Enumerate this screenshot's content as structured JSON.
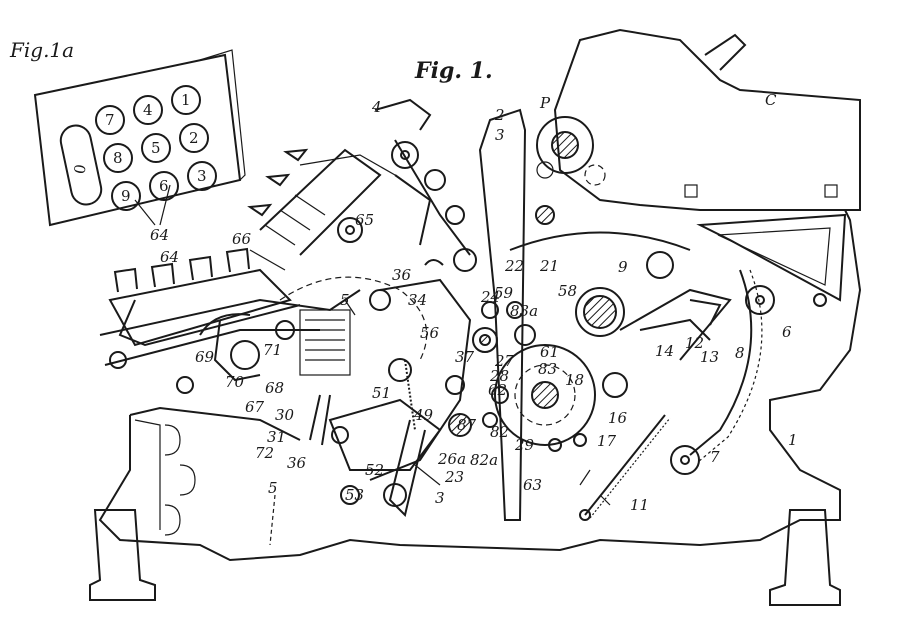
{
  "figure_titles": {
    "fig1a": "Fig.1a",
    "fig1": "Fig. 1."
  },
  "keypad_digits": [
    "7",
    "4",
    "1",
    "8",
    "5",
    "2",
    "9",
    "6",
    "3"
  ],
  "keypad_zero": "0",
  "reference_labels": [
    {
      "id": "ref-64-top",
      "text": "64"
    },
    {
      "id": "ref-64-keys",
      "text": "64"
    },
    {
      "id": "ref-66",
      "text": "66"
    },
    {
      "id": "ref-65",
      "text": "65"
    },
    {
      "id": "ref-4",
      "text": "4"
    },
    {
      "id": "ref-2",
      "text": "2"
    },
    {
      "id": "ref-3-top",
      "text": "3"
    },
    {
      "id": "ref-P",
      "text": "P"
    },
    {
      "id": "ref-C",
      "text": "C"
    },
    {
      "id": "ref-36-top",
      "text": "36"
    },
    {
      "id": "ref-5-top",
      "text": "5"
    },
    {
      "id": "ref-34",
      "text": "34"
    },
    {
      "id": "ref-22",
      "text": "22"
    },
    {
      "id": "ref-21",
      "text": "21"
    },
    {
      "id": "ref-24",
      "text": "24"
    },
    {
      "id": "ref-59",
      "text": "59"
    },
    {
      "id": "ref-58",
      "text": "58"
    },
    {
      "id": "ref-9",
      "text": "9"
    },
    {
      "id": "ref-83a",
      "text": "83a"
    },
    {
      "id": "ref-61",
      "text": "61"
    },
    {
      "id": "ref-83",
      "text": "83"
    },
    {
      "id": "ref-27",
      "text": "27"
    },
    {
      "id": "ref-28",
      "text": "28"
    },
    {
      "id": "ref-62",
      "text": "62"
    },
    {
      "id": "ref-18",
      "text": "18"
    },
    {
      "id": "ref-12",
      "text": "12"
    },
    {
      "id": "ref-13",
      "text": "13"
    },
    {
      "id": "ref-14",
      "text": "14"
    },
    {
      "id": "ref-6",
      "text": "6"
    },
    {
      "id": "ref-8",
      "text": "8"
    },
    {
      "id": "ref-1",
      "text": "1"
    },
    {
      "id": "ref-16",
      "text": "16"
    },
    {
      "id": "ref-17",
      "text": "17"
    },
    {
      "id": "ref-7",
      "text": "7"
    },
    {
      "id": "ref-11",
      "text": "11"
    },
    {
      "id": "ref-63",
      "text": "63"
    },
    {
      "id": "ref-29",
      "text": "29"
    },
    {
      "id": "ref-82",
      "text": "82"
    },
    {
      "id": "ref-82a",
      "text": "82a"
    },
    {
      "id": "ref-87",
      "text": "87"
    },
    {
      "id": "ref-49",
      "text": "49"
    },
    {
      "id": "ref-26a",
      "text": "26a"
    },
    {
      "id": "ref-23",
      "text": "23"
    },
    {
      "id": "ref-3-bottom",
      "text": "3"
    },
    {
      "id": "ref-52",
      "text": "52"
    },
    {
      "id": "ref-53",
      "text": "53"
    },
    {
      "id": "ref-51",
      "text": "51"
    },
    {
      "id": "ref-36-bottom",
      "text": "36"
    },
    {
      "id": "ref-72",
      "text": "72"
    },
    {
      "id": "ref-31",
      "text": "31"
    },
    {
      "id": "ref-30",
      "text": "30"
    },
    {
      "id": "ref-67",
      "text": "67"
    },
    {
      "id": "ref-68",
      "text": "68"
    },
    {
      "id": "ref-70",
      "text": "70"
    },
    {
      "id": "ref-71",
      "text": "71"
    },
    {
      "id": "ref-69",
      "text": "69"
    },
    {
      "id": "ref-5-bottom",
      "text": "5"
    },
    {
      "id": "ref-37",
      "text": "37"
    },
    {
      "id": "ref-56",
      "text": "56"
    }
  ],
  "colors": {
    "ink": "#1a1a1a",
    "paper": "#ffffff"
  }
}
